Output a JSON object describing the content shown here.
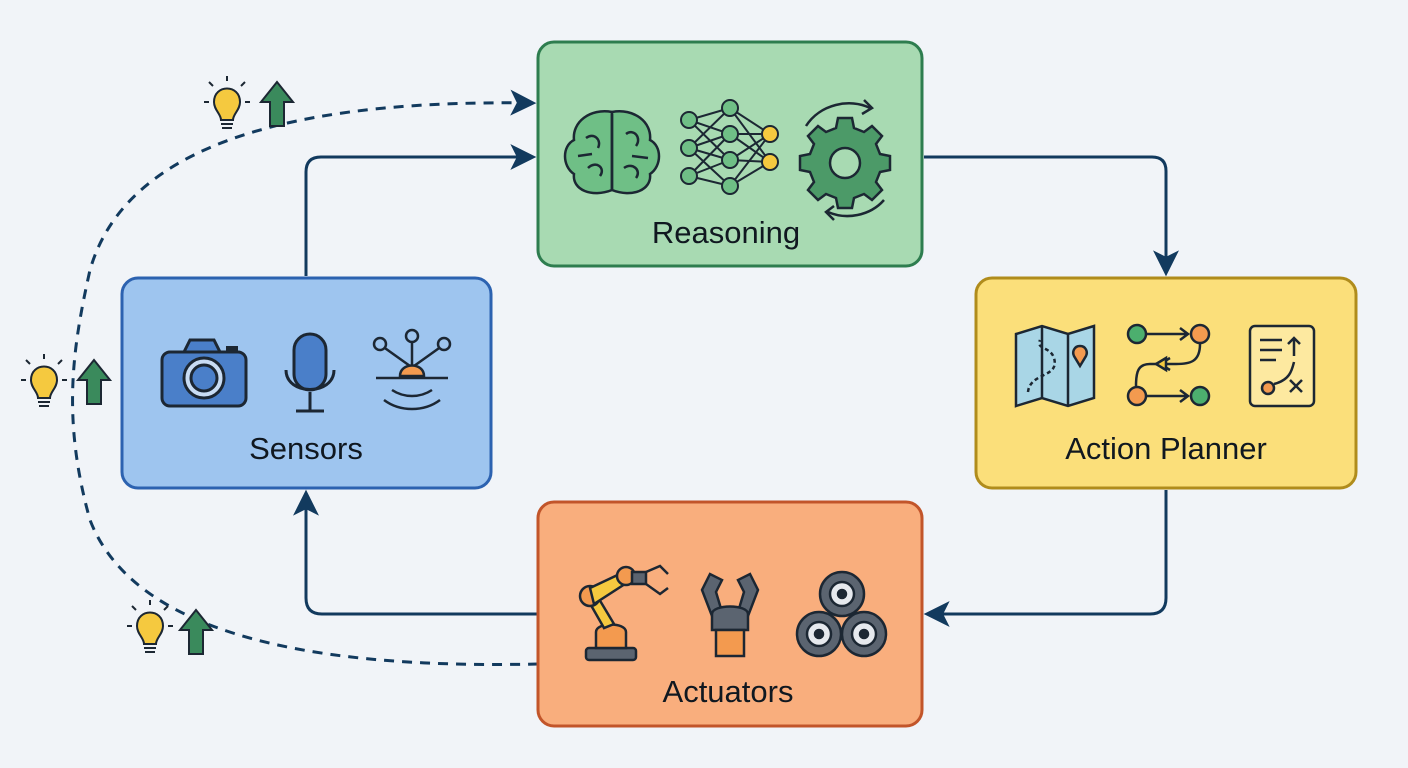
{
  "nodes": {
    "reasoning": {
      "label": "Reasoning",
      "fill": "#a8dab2",
      "stroke": "#2e7d4f"
    },
    "sensors": {
      "label": "Sensors",
      "fill": "#9ec5ef",
      "stroke": "#2c62b0"
    },
    "action_planner": {
      "label": "Action Planner",
      "fill": "#fbdf7a",
      "stroke": "#b08c1c"
    },
    "actuators": {
      "label": "Actuators",
      "fill": "#f9ae7d",
      "stroke": "#c2552a"
    }
  },
  "icons": {
    "reasoning": [
      "brain-icon",
      "neural-network-icon",
      "gear-cycle-icon"
    ],
    "sensors": [
      "camera-icon",
      "microphone-icon",
      "sensor-array-icon"
    ],
    "action_planner": [
      "map-icon",
      "flow-icon",
      "strategy-board-icon"
    ],
    "actuators": [
      "robot-arm-icon",
      "gripper-icon",
      "wheels-icon"
    ],
    "feedback": [
      "lightbulb-icon",
      "up-arrow-icon"
    ]
  },
  "colors": {
    "connector": "#123a5e",
    "feedback_line": "#123a5e",
    "icon_outline": "#1c2733",
    "bulb": "#f5c93f",
    "up_arrow": "#3a8a5c"
  }
}
